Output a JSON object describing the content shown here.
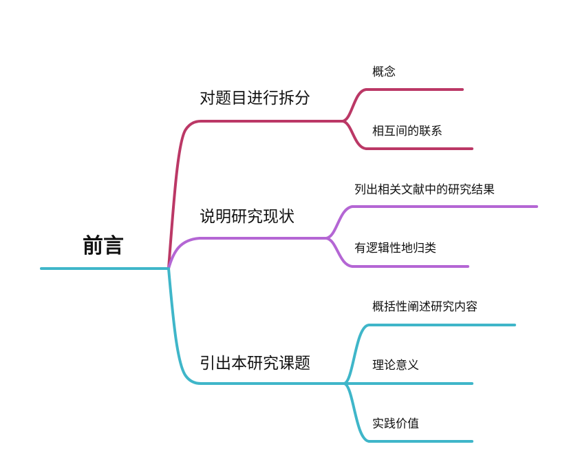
{
  "root": {
    "label": "前言",
    "color": "#3fb6c9"
  },
  "branches": [
    {
      "label": "对题目进行拆分",
      "color": "#bb3866",
      "children": [
        "概念",
        "相互间的联系"
      ]
    },
    {
      "label": "说明研究现状",
      "color": "#b466d4",
      "children": [
        "列出相关文献中的研究结果",
        "有逻辑性地归类"
      ]
    },
    {
      "label": "引出本研究课题",
      "color": "#3fb6c9",
      "children": [
        "概括性阐述研究内容",
        "理论意义",
        "实践价值"
      ]
    }
  ]
}
